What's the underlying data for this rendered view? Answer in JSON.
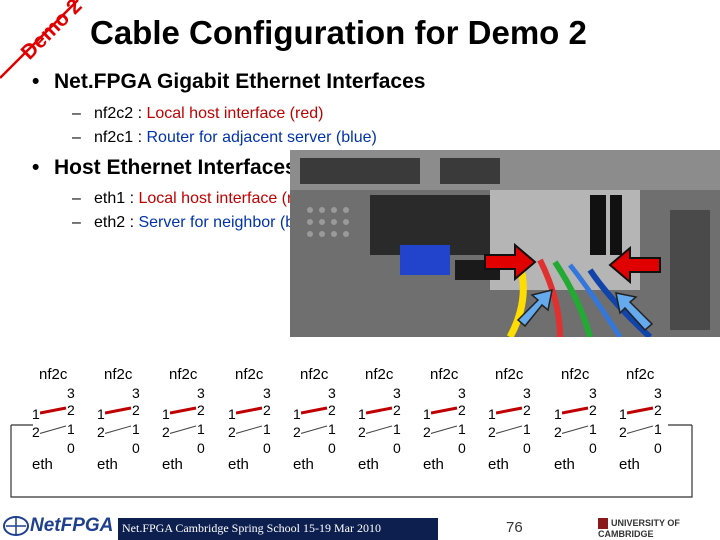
{
  "badge": "Demo 2",
  "title": "Cable Configuration for Demo 2",
  "bullets": [
    {
      "heading": "Net.FPGA Gigabit Ethernet Interfaces",
      "items": [
        {
          "key": "nf2c2 : ",
          "desc": "Local host interface (red)",
          "color": "red"
        },
        {
          "key": "nf2c1 : ",
          "desc": "Router for adjacent server (blue)",
          "color": "blue"
        }
      ]
    },
    {
      "heading": "Host Ethernet Interfaces",
      "items": [
        {
          "key": "eth1 : ",
          "desc": "Local host interface (red)",
          "color": "red"
        },
        {
          "key": "eth2 : ",
          "desc": "Server for neighbor (blue)",
          "color": "blue"
        }
      ]
    }
  ],
  "bullet_char": "•",
  "dash_char": "–",
  "host": {
    "nf_label": "nf2c",
    "ports_right": [
      "3",
      "2",
      "1",
      "0"
    ],
    "ports_left": [
      "1",
      "2"
    ],
    "eth_label": "eth"
  },
  "host_count": 10,
  "footer": {
    "logo": "NetFPGA",
    "text": "Net.FPGA Cambridge Spring School 15-19 Mar 2010",
    "page": "76",
    "university": "UNIVERSITY OF CAMBRIDGE"
  },
  "colors": {
    "accent_red": "#c00000",
    "accent_blue": "#0033aa",
    "badge_red": "#e00000",
    "footer_bar": "#0d1f4f"
  }
}
